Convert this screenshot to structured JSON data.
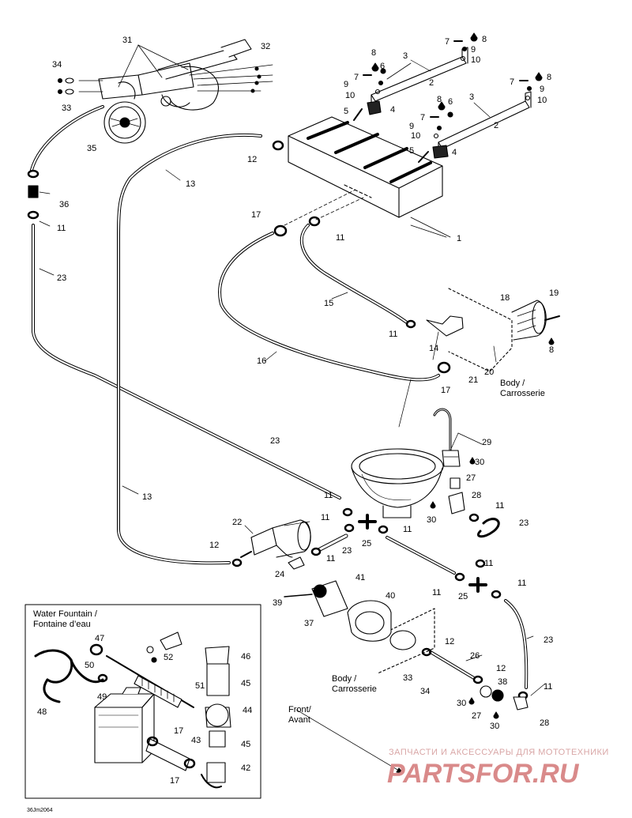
{
  "parts": [
    {
      "id": "p31",
      "text": "31"
    },
    {
      "id": "p32",
      "text": "32"
    },
    {
      "id": "p34a",
      "text": "34"
    },
    {
      "id": "p33a",
      "text": "33"
    },
    {
      "id": "p35",
      "text": "35"
    },
    {
      "id": "p36",
      "text": "36"
    },
    {
      "id": "p11a",
      "text": "11"
    },
    {
      "id": "p23a",
      "text": "23"
    },
    {
      "id": "p13a",
      "text": "13"
    },
    {
      "id": "p12a",
      "text": "12"
    },
    {
      "id": "p17a",
      "text": "17"
    },
    {
      "id": "p11b",
      "text": "11"
    },
    {
      "id": "p15",
      "text": "15"
    },
    {
      "id": "p16",
      "text": "16"
    },
    {
      "id": "p11c",
      "text": "11"
    },
    {
      "id": "p14",
      "text": "14"
    },
    {
      "id": "p17b",
      "text": "17"
    },
    {
      "id": "p21",
      "text": "21"
    },
    {
      "id": "p20",
      "text": "20"
    },
    {
      "id": "p18",
      "text": "18"
    },
    {
      "id": "p19",
      "text": "19"
    },
    {
      "id": "p8d",
      "text": "8"
    },
    {
      "id": "p1",
      "text": "1"
    },
    {
      "id": "p7a",
      "text": "7"
    },
    {
      "id": "p8a",
      "text": "8"
    },
    {
      "id": "p9a",
      "text": "9"
    },
    {
      "id": "p10a",
      "text": "10"
    },
    {
      "id": "p3a",
      "text": "3"
    },
    {
      "id": "p2a",
      "text": "2"
    },
    {
      "id": "p8b",
      "text": "8"
    },
    {
      "id": "p7b",
      "text": "7"
    },
    {
      "id": "p6a",
      "text": "6"
    },
    {
      "id": "p9b",
      "text": "9"
    },
    {
      "id": "p10b",
      "text": "10"
    },
    {
      "id": "p5a",
      "text": "5"
    },
    {
      "id": "p4a",
      "text": "4"
    },
    {
      "id": "p7c",
      "text": "7"
    },
    {
      "id": "p8c",
      "text": "8"
    },
    {
      "id": "p9c",
      "text": "9"
    },
    {
      "id": "p10c",
      "text": "10"
    },
    {
      "id": "p3b",
      "text": "3"
    },
    {
      "id": "p8e",
      "text": "8"
    },
    {
      "id": "p6b",
      "text": "6"
    },
    {
      "id": "p7d",
      "text": "7"
    },
    {
      "id": "p2b",
      "text": "2"
    },
    {
      "id": "p9d",
      "text": "9"
    },
    {
      "id": "p10d",
      "text": "10"
    },
    {
      "id": "p5b",
      "text": "5"
    },
    {
      "id": "p4b",
      "text": "4"
    },
    {
      "id": "p23b",
      "text": "23"
    },
    {
      "id": "p29",
      "text": "29"
    },
    {
      "id": "p30a",
      "text": "30"
    },
    {
      "id": "p27a",
      "text": "27"
    },
    {
      "id": "p28a",
      "text": "28"
    },
    {
      "id": "p11d",
      "text": "11"
    },
    {
      "id": "p30b",
      "text": "30"
    },
    {
      "id": "p23c",
      "text": "23"
    },
    {
      "id": "p13b",
      "text": "13"
    },
    {
      "id": "p11e",
      "text": "11"
    },
    {
      "id": "p22",
      "text": "22"
    },
    {
      "id": "p11f",
      "text": "11"
    },
    {
      "id": "p11g",
      "text": "11"
    },
    {
      "id": "p25a",
      "text": "25"
    },
    {
      "id": "p12b",
      "text": "12"
    },
    {
      "id": "p23d",
      "text": "23"
    },
    {
      "id": "p24",
      "text": "24"
    },
    {
      "id": "p11h",
      "text": "11"
    },
    {
      "id": "p11i",
      "text": "11"
    },
    {
      "id": "p11j",
      "text": "11"
    },
    {
      "id": "p25b",
      "text": "25"
    },
    {
      "id": "p11k",
      "text": "11"
    },
    {
      "id": "p41",
      "text": "41"
    },
    {
      "id": "p39",
      "text": "39"
    },
    {
      "id": "p40",
      "text": "40"
    },
    {
      "id": "p37",
      "text": "37"
    },
    {
      "id": "p23e",
      "text": "23"
    },
    {
      "id": "p12c",
      "text": "12"
    },
    {
      "id": "p26",
      "text": "26"
    },
    {
      "id": "p12d",
      "text": "12"
    },
    {
      "id": "p33b",
      "text": "33"
    },
    {
      "id": "p34b",
      "text": "34"
    },
    {
      "id": "p38",
      "text": "38"
    },
    {
      "id": "p11l",
      "text": "11"
    },
    {
      "id": "p30c",
      "text": "30"
    },
    {
      "id": "p27b",
      "text": "27"
    },
    {
      "id": "p30d",
      "text": "30"
    },
    {
      "id": "p28b",
      "text": "28"
    },
    {
      "id": "p47",
      "text": "47"
    },
    {
      "id": "p52",
      "text": "52"
    },
    {
      "id": "p50",
      "text": "50"
    },
    {
      "id": "p46",
      "text": "46"
    },
    {
      "id": "p49",
      "text": "49"
    },
    {
      "id": "p51",
      "text": "51"
    },
    {
      "id": "p45a",
      "text": "45"
    },
    {
      "id": "p48",
      "text": "48"
    },
    {
      "id": "p44",
      "text": "44"
    },
    {
      "id": "p17c",
      "text": "17"
    },
    {
      "id": "p43",
      "text": "43"
    },
    {
      "id": "p45b",
      "text": "45"
    },
    {
      "id": "p17d",
      "text": "17"
    },
    {
      "id": "p42",
      "text": "42"
    }
  ],
  "captions": {
    "body_top_1": "Body /",
    "body_top_2": "Carrosserie",
    "body_bottom_1": "Body /",
    "body_bottom_2": "Carrosserie",
    "front_1": "Front/",
    "front_2": "Avant",
    "inset_title_1": "Water Fountain /",
    "inset_title_2": "Fontaine d’eau",
    "figure_code": "36Jm2064"
  },
  "watermark": {
    "line1": "ЗАПЧАСТИ И АКСЕССУАРЫ ДЛЯ МОТОТЕХНИКИ",
    "line2": "PARTSFOR.RU",
    "color": "#d98a8a"
  }
}
